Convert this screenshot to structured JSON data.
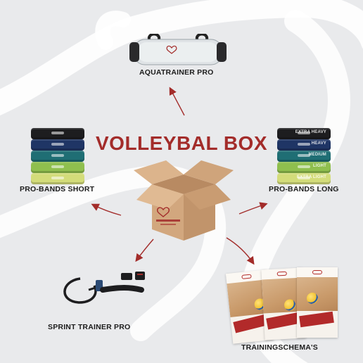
{
  "title": "VOLLEYBAL BOX",
  "items": {
    "aquatrainer": "AQUATRAINER PRO",
    "bands_short": "PRO-BANDS SHORT",
    "bands_long": "PRO-BANDS LONG",
    "sprint": "SPRINT TRAINER PRO",
    "schema": "TRAININGSCHEMA'S"
  },
  "band_tags": [
    "EXTRA HEAVY",
    "HEAVY",
    "MEDIUM",
    "LIGHT",
    "EXTRA LIGHT"
  ],
  "colors": {
    "background": "#e9eaec",
    "accent": "#a32c2a",
    "box": "#c9a07a",
    "band_black": "#1d1d1f",
    "band_navy": "#1f3565",
    "band_teal": "#1f6e74",
    "band_green": "#8fbf4e",
    "band_lime": "#d3dc7a"
  }
}
